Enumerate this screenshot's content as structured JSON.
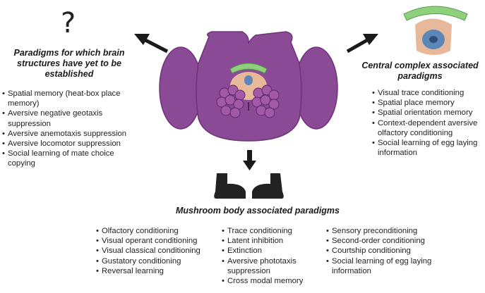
{
  "colors": {
    "brain": "#8b4a95",
    "brain_dark": "#6d3478",
    "calyx": "#a25aa8",
    "central_complex_green": "#8fd07d",
    "central_complex_peach": "#e8b89a",
    "central_complex_blue": "#5b86b8",
    "mushroom_body": "#222222"
  },
  "unknown": {
    "symbol": "?",
    "title_lines": [
      "Paradigms for which brain",
      "structures have yet to be",
      "established"
    ],
    "items": [
      "Spatial memory (heat-box place memory)",
      "Aversive negative geotaxis suppression",
      "Aversive anemotaxis suppression",
      "Aversive locomotor suppression",
      "Social learning of mate choice copying"
    ]
  },
  "central_complex": {
    "title_lines": [
      "Central complex associated",
      "paradigms"
    ],
    "items": [
      "Visual trace conditioning",
      "Spatial place memory",
      "Spatial orientation memory",
      "Context-dependent aversive olfactory conditioning",
      "Social learning of egg laying information"
    ]
  },
  "mushroom_body": {
    "title": "Mushroom body associated paradigms",
    "columns": [
      [
        "Olfactory conditioning",
        "Visual operant conditioning",
        "Visual classical conditioning",
        "Gustatory conditioning",
        "Reversal learning"
      ],
      [
        "Trace conditioning",
        "Latent inhibition",
        "Extinction",
        "Aversive phototaxis suppression",
        "Cross modal memory"
      ],
      [
        "Sensory preconditioning",
        "Second-order conditioning",
        "Courtship conditioning",
        "Social learning of egg laying information"
      ]
    ]
  }
}
